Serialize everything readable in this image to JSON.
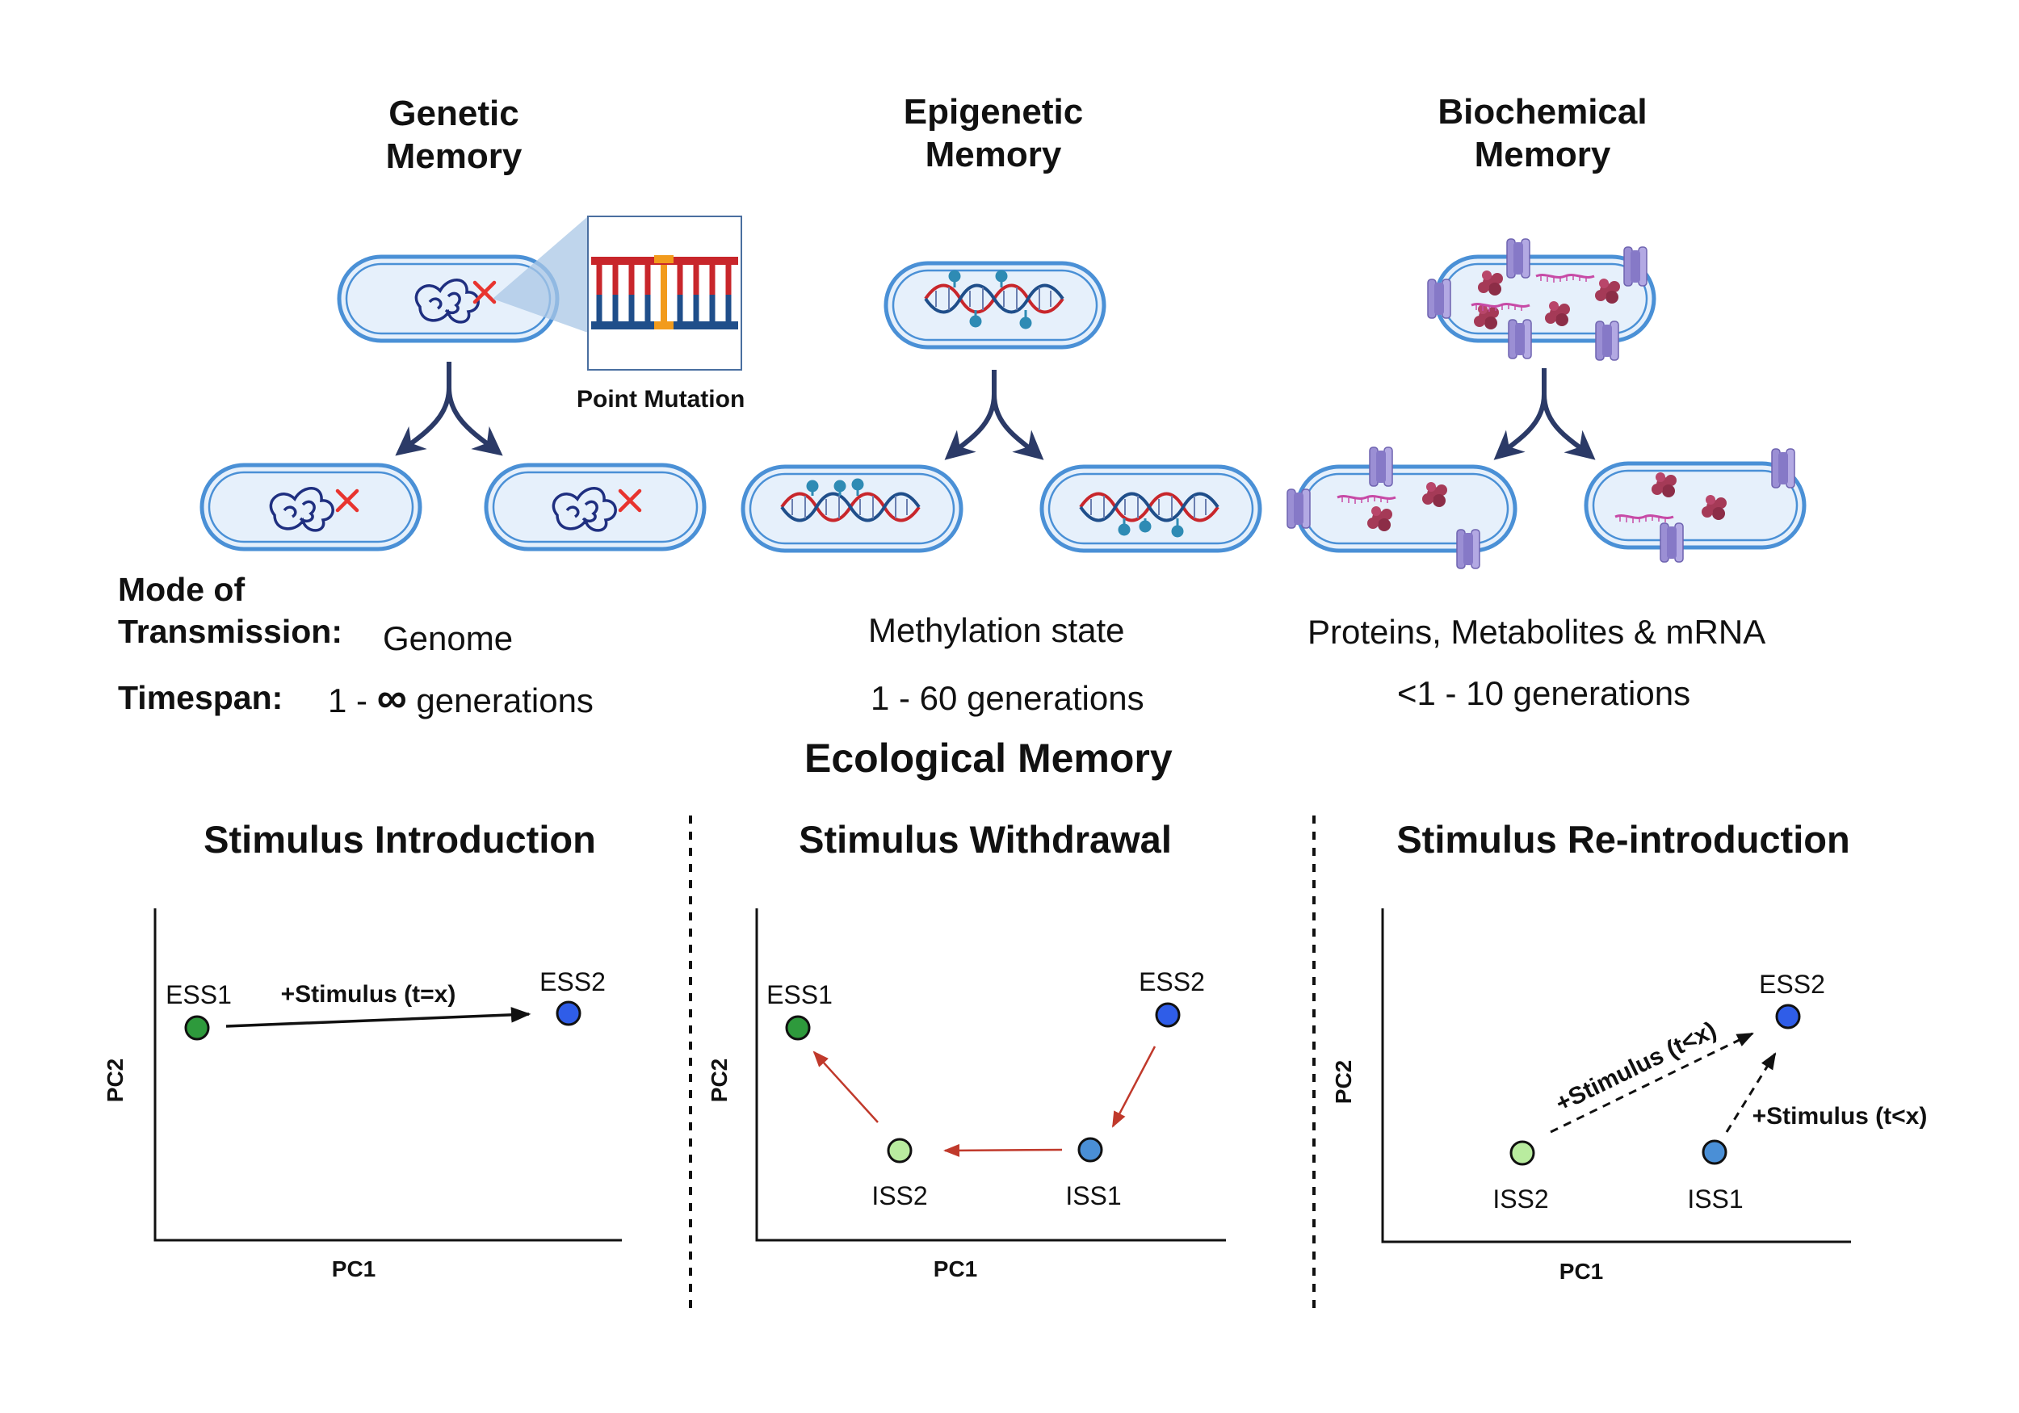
{
  "columns": [
    {
      "title_line1": "Genetic",
      "title_line2": "Memory"
    },
    {
      "title_line1": "Epigenetic",
      "title_line2": "Memory"
    },
    {
      "title_line1": "Biochemical",
      "title_line2": "Memory"
    }
  ],
  "inset_label": "Point Mutation",
  "row_labels": {
    "mode_line1": "Mode of",
    "mode_line2": "Transmission:",
    "timespan": "Timespan:"
  },
  "modes": [
    "Genome",
    "Methylation state",
    "Proteins, Metabolites & mRNA"
  ],
  "timespans": {
    "genetic_prefix": "1 - ",
    "genetic_symbol": "∞",
    "genetic_suffix": " generations",
    "epigenetic": "1 - 60 generations",
    "biochemical": "<1 - 10 generations"
  },
  "section_title": "Ecological Memory",
  "panels": [
    {
      "title": "Stimulus Introduction",
      "xlabel": "PC1",
      "ylabel": "PC2",
      "points": [
        {
          "label": "ESS1",
          "color": "#2e9a3c"
        },
        {
          "label": "ESS2",
          "color": "#2f5de8"
        }
      ],
      "arrows": [
        {
          "label": "+Stimulus (t=x)",
          "color": "#111111",
          "style": "solid"
        }
      ]
    },
    {
      "title": "Stimulus Withdrawal",
      "xlabel": "PC1",
      "ylabel": "PC2",
      "points": [
        {
          "label": "ESS1",
          "color": "#2e9a3c"
        },
        {
          "label": "ESS2",
          "color": "#2f5de8"
        },
        {
          "label": "ISS2",
          "color": "#b9ec9f"
        },
        {
          "label": "ISS1",
          "color": "#4a8fd6"
        }
      ],
      "arrows": [
        {
          "color": "#c0392b",
          "style": "solid"
        }
      ]
    },
    {
      "title": "Stimulus Re-introduction",
      "xlabel": "PC1",
      "ylabel": "PC2",
      "points": [
        {
          "label": "ESS2",
          "color": "#2f5de8"
        },
        {
          "label": "ISS2",
          "color": "#b9ec9f"
        },
        {
          "label": "ISS1",
          "color": "#4a8fd6"
        }
      ],
      "arrows": [
        {
          "label": "+Stimulus (t<x)",
          "color": "#111111",
          "style": "dashed"
        },
        {
          "label": "+Stimulus (t<x)",
          "color": "#111111",
          "style": "dashed"
        }
      ]
    }
  ],
  "colors": {
    "cell_fill": "#e6f0fb",
    "cell_stroke": "#4a90d6",
    "dna_navy": "#1f2f80",
    "mutation_red": "#e8342f",
    "methyl_teal": "#2e8bb4",
    "strand_red": "#c8262b",
    "protein": "#a53a57",
    "channel": "#9b8fd4",
    "arrow_navy": "#2b3a67"
  }
}
